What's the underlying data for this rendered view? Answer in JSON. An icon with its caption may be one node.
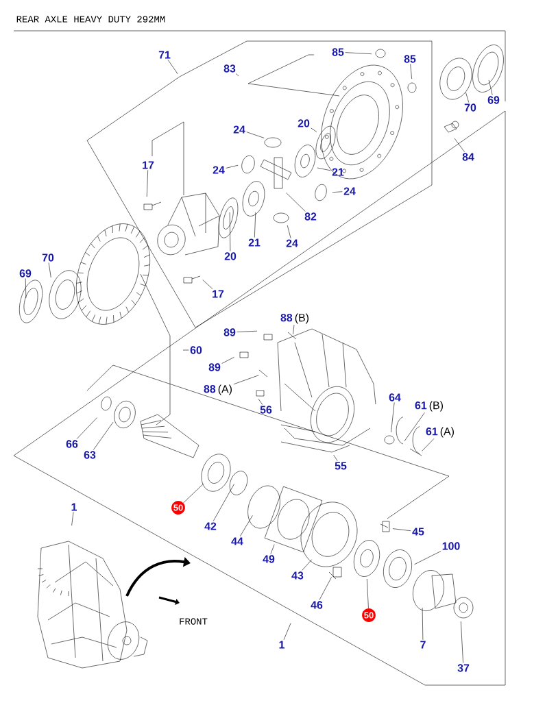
{
  "diagram": {
    "title": "REAR AXLE HEAVY DUTY 292MM",
    "nodes": [
      {
        "text": [
          "71"
        ]
      },
      {
        "text": [
          "83"
        ]
      },
      {
        "text": [
          "85"
        ]
      },
      {
        "text": [
          "85"
        ]
      },
      {
        "text": [
          "69"
        ]
      },
      {
        "text": [
          "70"
        ]
      },
      {
        "text": [
          "84"
        ]
      },
      {
        "text": [
          "24"
        ]
      },
      {
        "text": [
          "20"
        ]
      },
      {
        "text": [
          "17"
        ]
      },
      {
        "text": [
          "24"
        ]
      },
      {
        "text": [
          "21"
        ]
      },
      {
        "text": [
          "24"
        ]
      },
      {
        "text": [
          "82"
        ]
      },
      {
        "text": [
          "20"
        ]
      },
      {
        "text": [
          "21"
        ]
      },
      {
        "text": [
          "24"
        ]
      },
      {
        "text": [
          "17"
        ]
      },
      {
        "text": [
          "70"
        ]
      },
      {
        "text": [
          "69"
        ]
      },
      {
        "text": [
          "88",
          "(B)"
        ]
      },
      {
        "text": [
          "89"
        ]
      },
      {
        "text": [
          "60"
        ]
      },
      {
        "text": [
          "89"
        ]
      },
      {
        "text": [
          "88",
          "(A)"
        ]
      },
      {
        "text": [
          "56"
        ]
      },
      {
        "text": [
          "64"
        ]
      },
      {
        "text": [
          "61",
          "(B)"
        ]
      },
      {
        "text": [
          "61",
          "(A)"
        ]
      },
      {
        "text": [
          "66"
        ]
      },
      {
        "text": [
          "63"
        ]
      },
      {
        "text": [
          "55"
        ]
      },
      {
        "text": [
          "50"
        ]
      },
      {
        "text": [
          "42"
        ]
      },
      {
        "text": [
          "44"
        ]
      },
      {
        "text": [
          "1"
        ]
      },
      {
        "text": [
          "49"
        ]
      },
      {
        "text": [
          "45"
        ]
      },
      {
        "text": [
          "43"
        ]
      },
      {
        "text": [
          "100"
        ]
      },
      {
        "text": [
          "46"
        ]
      },
      {
        "text": [
          "50"
        ]
      },
      {
        "text": [
          "1"
        ]
      },
      {
        "text": [
          "7"
        ]
      },
      {
        "text": [
          "37"
        ]
      }
    ],
    "edges": [
      {
        "from": 0,
        "to": null,
        "arrow": "none"
      },
      {
        "from": 1,
        "to": null,
        "arrow": "none"
      },
      {
        "from": 2,
        "to": null,
        "arrow": "none"
      },
      {
        "from": 3,
        "to": null,
        "arrow": "none"
      },
      {
        "from": 4,
        "to": null,
        "arrow": "none"
      },
      {
        "from": 5,
        "to": null,
        "arrow": "none"
      },
      {
        "from": 6,
        "to": null,
        "arrow": "none"
      },
      {
        "from": 7,
        "to": null,
        "arrow": "none"
      },
      {
        "from": 8,
        "to": null,
        "arrow": "none"
      },
      {
        "from": 9,
        "to": null,
        "arrow": "none"
      },
      {
        "from": 10,
        "to": null,
        "arrow": "none"
      },
      {
        "from": 11,
        "to": null,
        "arrow": "none"
      },
      {
        "from": 12,
        "to": null,
        "arrow": "none"
      },
      {
        "from": 13,
        "to": null,
        "arrow": "none"
      },
      {
        "from": 14,
        "to": null,
        "arrow": "none"
      },
      {
        "from": 15,
        "to": null,
        "arrow": "none"
      },
      {
        "from": 16,
        "to": null,
        "arrow": "none"
      },
      {
        "from": 17,
        "to": null,
        "arrow": "none"
      },
      {
        "from": 18,
        "to": null,
        "arrow": "none"
      },
      {
        "from": 19,
        "to": null,
        "arrow": "none"
      },
      {
        "from": 20,
        "to": null,
        "arrow": "none"
      },
      {
        "from": 21,
        "to": null,
        "arrow": "none"
      },
      {
        "from": 22,
        "to": null,
        "arrow": "none"
      },
      {
        "from": 23,
        "to": null,
        "arrow": "none"
      },
      {
        "from": 24,
        "to": null,
        "arrow": "none"
      },
      {
        "from": 25,
        "to": null,
        "arrow": "none"
      },
      {
        "from": 26,
        "to": null,
        "arrow": "none"
      },
      {
        "from": 27,
        "to": null,
        "arrow": "none"
      },
      {
        "from": 28,
        "to": null,
        "arrow": "none"
      },
      {
        "from": 29,
        "to": null,
        "arrow": "none"
      },
      {
        "from": 30,
        "to": null,
        "arrow": "none"
      },
      {
        "from": 31,
        "to": null,
        "arrow": "none"
      },
      {
        "from": 32,
        "to": null,
        "arrow": "none"
      },
      {
        "from": 33,
        "to": null,
        "arrow": "none"
      },
      {
        "from": 34,
        "to": null,
        "arrow": "none"
      },
      {
        "from": 35,
        "to": null,
        "arrow": "none"
      },
      {
        "from": 36,
        "to": null,
        "arrow": "none"
      },
      {
        "from": 37,
        "to": null,
        "arrow": "none"
      },
      {
        "from": 38,
        "to": null,
        "arrow": "none"
      },
      {
        "from": 39,
        "to": null,
        "arrow": "none"
      },
      {
        "from": 40,
        "to": null,
        "arrow": "none"
      },
      {
        "from": 41,
        "to": null,
        "arrow": "none"
      },
      {
        "from": 42,
        "to": null,
        "arrow": "none"
      },
      {
        "from": 43,
        "to": null,
        "arrow": "none"
      },
      {
        "from": 44,
        "to": null,
        "arrow": "none"
      }
    ],
    "labels": [
      "FRONT"
    ]
  }
}
